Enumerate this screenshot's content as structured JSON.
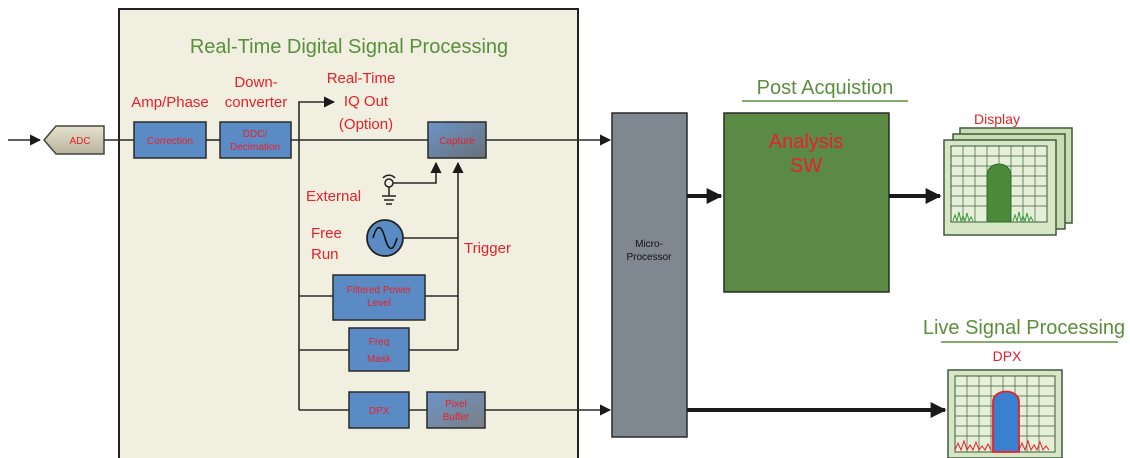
{
  "rtdsp": {
    "title": "Real-Time Digital Signal Processing"
  },
  "blocks": {
    "adc": "ADC",
    "correction": "Correction",
    "ddc_line1": "DDC/",
    "ddc_line2": "Decimation",
    "capture": "Capture",
    "filtered_line1": "Filtered Power",
    "filtered_line2": "Level",
    "freq_line1": "Freq",
    "freq_line2": "Mask",
    "dpx": "DPX",
    "pixel_line1": "Pixel",
    "pixel_line2": "Buffer",
    "micro_line1": "Micro-",
    "micro_line2": "Processor",
    "analysis_line1": "Analysis",
    "analysis_line2": "SW"
  },
  "labels": {
    "amp_phase": "Amp/Phase",
    "down_line1": "Down-",
    "down_line2": "converter",
    "rt_line1": "Real-Time",
    "rt_line2": "IQ Out",
    "rt_line3": "(Option)",
    "external": "External",
    "free_run_line1": "Free",
    "free_run_line2": "Run",
    "trigger": "Trigger",
    "display": "Display",
    "dpx_top": "DPX"
  },
  "sections": {
    "post_acquisition": "Post Acquistion",
    "live_signal": "Live Signal Processing"
  },
  "colors": {
    "panel_bg": "#f0efe0",
    "block_blue": "#5b8bc4",
    "micro_gray": "#7f8790",
    "analysis_green": "#5a8a44",
    "label_red": "#e8202a",
    "title_green": "#5a8f3c",
    "screen_green": "#cde0b8",
    "dpx_blue": "#3a7fd0"
  }
}
